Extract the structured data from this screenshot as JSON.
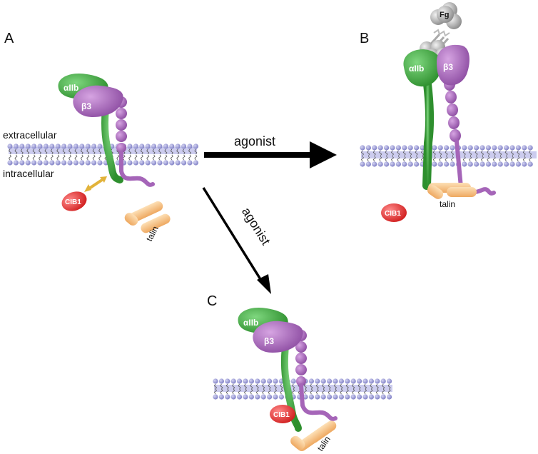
{
  "panels": {
    "a": "A",
    "b": "B",
    "c": "C"
  },
  "membrane": {
    "outside": "extracellular",
    "inside": "intracellular"
  },
  "arrows": {
    "to_b": "agonist",
    "to_c": "agonist"
  },
  "proteins": {
    "alpha": "αIIb",
    "beta": "β3",
    "cib1": "CIB1",
    "talin": "talin",
    "fibrinogen": "Fg"
  },
  "colors": {
    "alpha_green": "#3aa43a",
    "beta_purple": "#a565b8",
    "cib1_red": "#e23030",
    "talin_orange": "#f6bf78",
    "membrane_blue": "#9a9ad6",
    "fibrinogen_gray": "#a9a9a9",
    "interaction_arrow": "#e2b33a"
  }
}
